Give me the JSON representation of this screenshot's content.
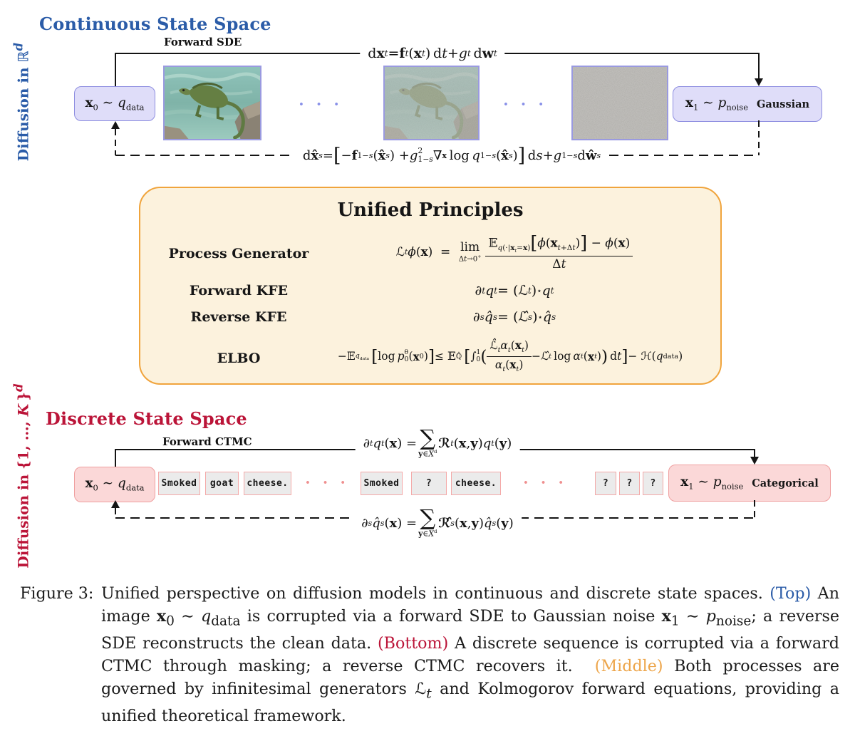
{
  "colors": {
    "blue_heading": "#2b5ca8",
    "crimson_heading": "#bb1438",
    "orange_mid": "#eda54a",
    "purple_box_bg": "#dfddf9",
    "purple_box_border": "#8d8de0",
    "pink_box_bg": "#fbd8d8",
    "pink_box_border": "#ef9f9f",
    "token_bg": "#ebebeb",
    "token_border": "#f4a9a8",
    "unified_bg": "#fcf2dd",
    "unified_border": "#f0a43c"
  },
  "top": {
    "title": "Continuous State Space",
    "side_label_html": "Diffusion in ℝ<sup><i>d</i></sup>",
    "process_label": "Forward SDE",
    "forward_eq_html": "d<b>x</b><sub><i>t</i></sub> = <b>f</b><sub><i>t</i></sub>(<b>x</b><sub><i>t</i></sub>)&thinsp;d<i>t</i> + <i>g</i><sub><i>t</i></sub>&thinsp;d<b>w</b><sub><i>t</i></sub>",
    "reverse_eq_html": "d<b>x̂</b><sub><i>s</i></sub> = <span class=\"big\">[</span>−<b>f</b><sub>1−<i>s</i></sub>(<b>x̂</b><sub><i>s</i></sub>) + <i>g</i><span class=\"ss\"><span>2</span><span>1−<i>s</i></span></span>∇<sub><b>x</b></sub>&thinsp;log&thinsp;<i>q</i><sub>1−<i>s</i></sub>(<b>x̂</b><sub><i>s</i></sub>)<span class=\"big\">]</span>&thinsp;d<i>s</i> + <i>g</i><sub>1−<i>s</i></sub>d<b>ŵ</b><sub><i>s</i></sub>",
    "x0_label_html": "<b>x</b><sub>0</sub> ∼ <i>q</i><sub>data</sub>",
    "x1_label_html": "<b>x</b><sub>1</sub> ∼ <i>p</i><sub>noise</sub>",
    "x1_tag": "Gaussian",
    "dots": "· · ·"
  },
  "middle": {
    "title": "Unified Principles",
    "rows": [
      {
        "label": "Process Generator",
        "eq_html": "<i>ℒ</i><sub><i>t</i></sub><i>ϕ</i>(<b>x</b>) &nbsp;=&nbsp; <span class=\"limwrap\"><span>lim</span><span class=\"limsub\">Δ<i>t</i>→0<sup>+</sup></span></span> <span class=\"frac\"><span class=\"num\">𝔼<sub><i>q</i>(·|<b>x</b><sub><i>t</i></sub>=<b>x</b>)</sub><span class=\"big\">[</span><i>ϕ</i>(<b>x</b><sub><i>t</i>+Δ<i>t</i></sub>)<span class=\"big\">]</span> − <i>ϕ</i>(<b>x</b>)</span><span class=\"den\">Δ<i>t</i></span></span>"
      },
      {
        "label": "Forward KFE",
        "eq_html": "∂<sub><i>t</i></sub><i>q</i><sub><i>t</i></sub> = (<i>ℒ</i><sub><i>t</i></sub>)<sup>⋆</sup><i>q</i><sub><i>t</i></sub>"
      },
      {
        "label": "Reverse KFE",
        "eq_html": "∂<sub><i>s</i></sub><i>q̂</i><sub><i>s</i></sub> = (<i>ℒ̂</i><sub><i>s</i></sub>)<sup>⋆</sup><i>q̂</i><sub><i>s</i></sub>"
      },
      {
        "label": "ELBO",
        "eq_html": "−𝔼<sub><i>q</i><sub>data</sub></sub>&thinsp;<span class=\"big\">[</span>log&thinsp;<i>p</i><span class=\"ss\"><span>θ</span><span>0</span></span>(<b>x</b><sub>0</sub>)<span class=\"big\">]</span> ≤ 𝔼<sub>ℚ̂</sub>&thinsp;<span class=\"big\">[</span>∫<span class=\"ss\"><span>1</span><span>0</span></span><span class=\"big\">(</span><span class=\"frac\"><span class=\"num\"><i>ℒ̂</i><sub><i>t</i></sub><i>α</i><sub><i>t</i></sub>(<b>x</b><sub><i>t</i></sub>)</span><span class=\"den\"><i>α</i><sub><i>t</i></sub>(<b>x</b><sub><i>t</i></sub>)</span></span> − <i>ℒ̂</i><sub><i>t</i></sub>&thinsp;log&thinsp;<i>α</i><sub><i>t</i></sub>(<b>x</b><sub><i>t</i></sub>)<span class=\"big\">)</span>&thinsp;d<i>t</i><span class=\"big\">]</span> − ℋ(<i>q</i><sub>data</sub>)"
      }
    ]
  },
  "bottom": {
    "title": "Discrete State Space",
    "side_label_html": "Diffusion in {1, …, <i>K</i>&thinsp;}<sup><i>d</i></sup>",
    "process_label": "Forward CTMC",
    "forward_eq_html": "∂<sub><i>t</i></sub><i>q</i><sub><i>t</i></sub>(<b>x</b>) = <span class=\"sum\"><span class=\"sigma\">∑</span><span class=\"sumsub\"><b>y</b>∈<i>X</i><sup>d</sup></span></span> <b><i>ℛ</i></b><sub><i>t</i></sub>(<b>x</b>,<b>y</b>)<i>q</i><sub><i>t</i></sub>(<b>y</b>)",
    "reverse_eq_html": "∂<sub><i>s</i></sub><i>q̂</i><sub><i>s</i></sub>(<b>x</b>) = <span class=\"sum\"><span class=\"sigma\">∑</span><span class=\"sumsub\"><b>y</b>∈<i>X</i><sup>d</sup></span></span> <b><i>ℛ̂</i></b><sub><i>s</i></sub>(<b>x</b>,<b>y</b>)<i>q̂</i><sub><i>s</i></sub>(<b>y</b>)",
    "x0_label_html": "<b>x</b><sub>0</sub> ∼ <i>q</i><sub>data</sub>",
    "x1_label_html": "<b>x</b><sub>1</sub> ∼ <i>p</i><sub>noise</sub>",
    "x1_tag": "Categorical",
    "tokens_clean": [
      "Smoked",
      "goat",
      "cheese."
    ],
    "tokens_partial": [
      "Smoked",
      "?",
      "cheese."
    ],
    "tokens_masked": [
      "?",
      "?",
      "?"
    ],
    "dots": "· · ·"
  },
  "caption": {
    "label": "Figure 3:",
    "text_html": "Unified perspective on diffusion models in continuous and discrete state spaces. <span class=\"c-blue\">(Top)</span> An image <b>x</b><sub>0</sub> ∼ <i>q</i><sub>data</sub> is corrupted via a forward SDE to Gaussian noise <b>x</b><sub>1</sub> ∼ <i>p</i><sub>noise</sub>; a reverse SDE reconstructs the clean data. <span class=\"c-red\">(Bottom)</span> A discrete sequence is corrupted via a forward CTMC through masking; a reverse CTMC recovers it. &nbsp;<span class=\"c-orange\">(Middle)</span> Both processes are governed by infinitesimal generators <i>ℒ</i><sub><i>t</i></sub> and Kolmogorov forward equations, providing a unified theoretical framework."
  }
}
